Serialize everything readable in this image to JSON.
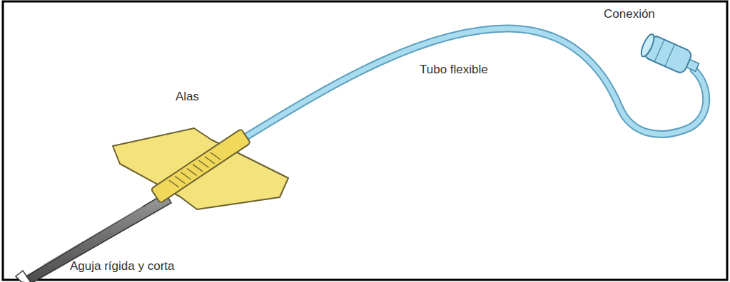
{
  "diagram": {
    "labels": [
      "Alas",
      "Tubo flexible",
      "Conexión",
      "Aguja rígida y corta"
    ]
  }
}
